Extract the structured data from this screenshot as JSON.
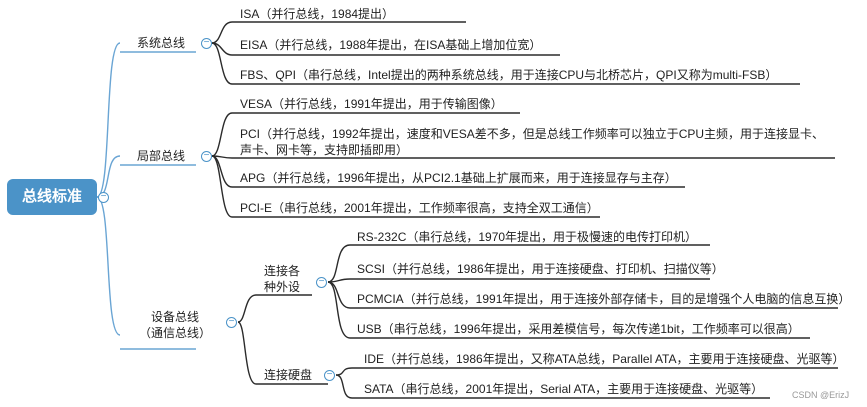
{
  "root": {
    "label": "总线标准",
    "color": "#4b93c8"
  },
  "branches": [
    {
      "label": "系统总线",
      "leaves": [
        "ISA（并行总线，1984提出）",
        "EISA（并行总线，1988年提出，在ISA基础上增加位宽）",
        "FBS、QPI（串行总线，Intel提出的两种系统总线，用于连接CPU与北桥芯片，QPI又称为multi-FSB）"
      ]
    },
    {
      "label": "局部总线",
      "leaves": [
        "VESA（并行总线，1991年提出，用于传输图像）",
        "PCI（并行总线，1992年提出，速度和VESA差不多，但是总线工作频率可以独立于CPU主频，用于连接显卡、声卡、网卡等，支持即插即用）",
        "APG（并行总线，1996年提出，从PCI2.1基础上扩展而来，用于连接显存与主存）",
        "PCI-E（串行总线，2001年提出，工作频率很高，支持全双工通信）"
      ]
    },
    {
      "label": "设备总线\n（通信总线）",
      "subbranches": [
        {
          "label": "连接各\n种外设",
          "leaves": [
            "RS-232C（串行总线，1970年提出，用于极慢速的电传打印机）",
            "SCSI（并行总线，1986年提出，用于连接硬盘、打印机、扫描仪等）",
            "PCMCIA（并行总线，1991年提出，用于连接外部存储卡，目的是增强个人电脑的信息互换）",
            "USB（串行总线，1996年提出，采用差模信号，每次传递1bit，工作频率可以很高）"
          ]
        },
        {
          "label": "连接硬盘",
          "leaves": [
            "IDE（并行总线，1986年提出，又称ATA总线，Parallel ATA，主要用于连接硬盘、光驱等）",
            "SATA（串行总线，2001年提出，Serial ATA，主要用于连接硬盘、光驱等）"
          ]
        }
      ]
    }
  ],
  "collapse_symbol": "−",
  "watermark": "CSDN @ErizJ"
}
